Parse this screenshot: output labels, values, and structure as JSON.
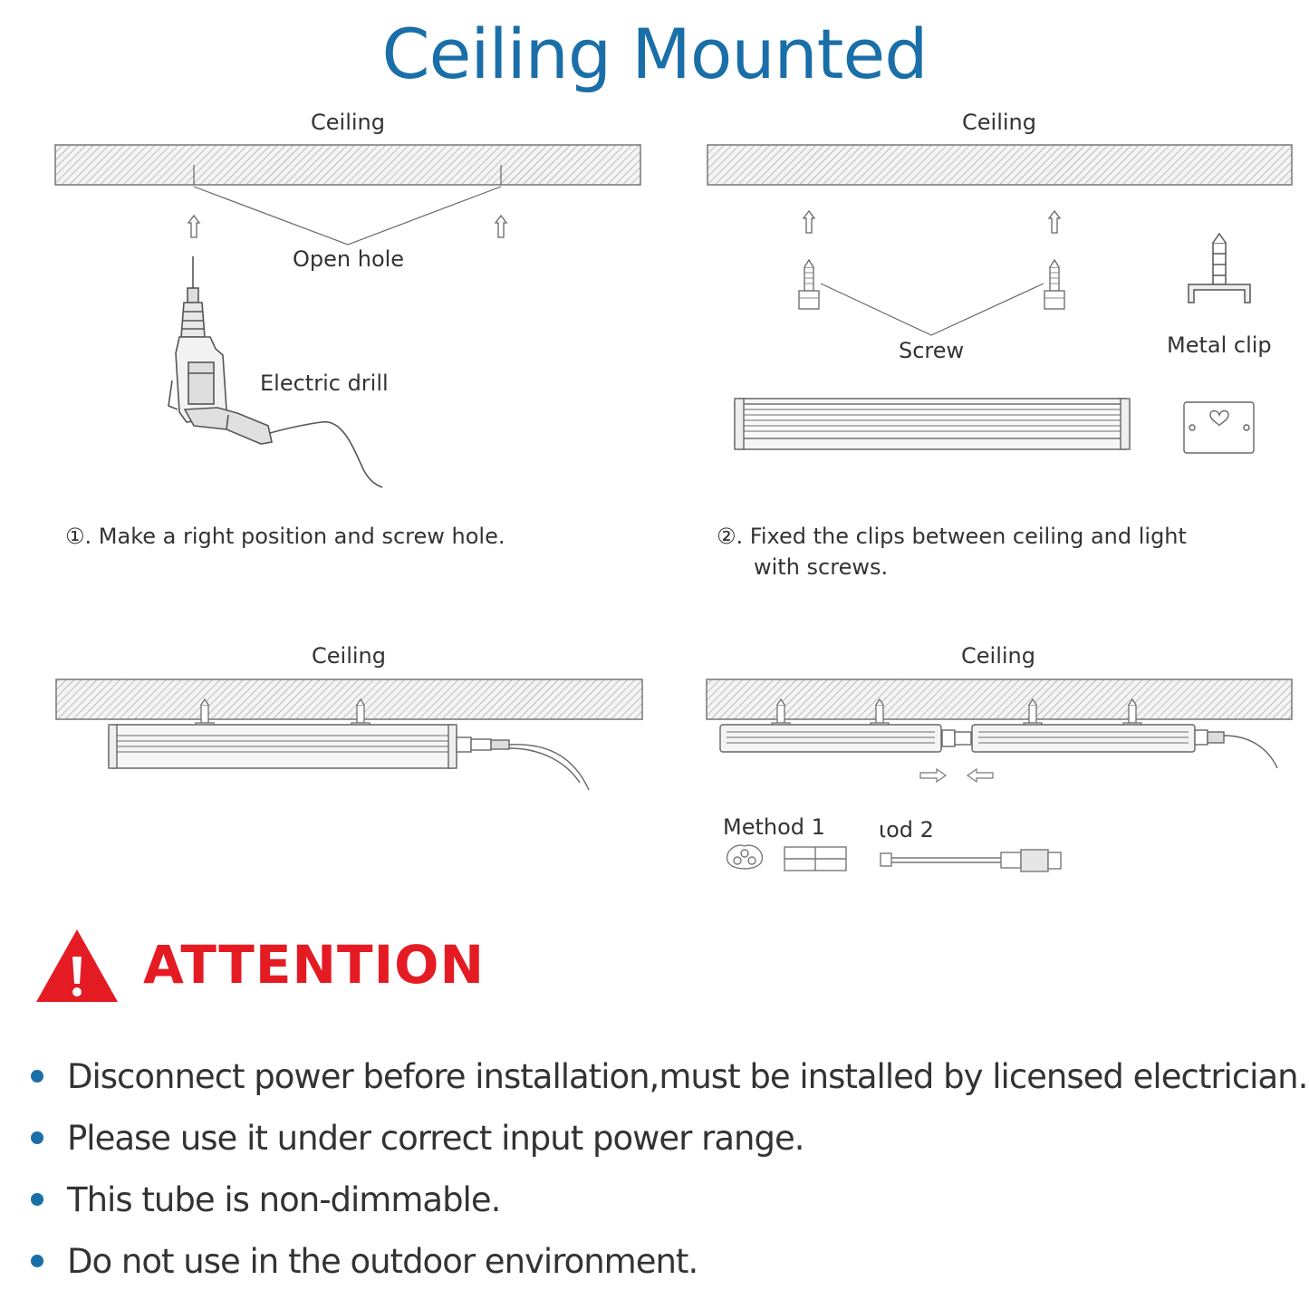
{
  "title": "Ceiling Mounted",
  "panel1": {
    "ceiling_label": "Ceiling",
    "hole_label": "Open hole",
    "drill_label": "Electric drill",
    "caption": "①. Make a right position and screw hole."
  },
  "panel2": {
    "ceiling_label": "Ceiling",
    "screw_label": "Screw",
    "clip_label": "Metal clip",
    "caption_line1": "②. Fixed the clips between ceiling and light",
    "caption_line2": "with screws."
  },
  "panel3": {
    "ceiling_label": "Ceiling"
  },
  "panel4": {
    "ceiling_label": "Ceiling",
    "method1_label": "Method 1",
    "method2_label": "ιod 2"
  },
  "attention": {
    "heading": "ATTENTION",
    "icon": "warning-triangle-icon",
    "color": "#e51b23",
    "bullets": [
      "Disconnect power before installation,must be installed by licensed electrician.",
      "Please use it under correct input power range.",
      "This tube is non-dimmable.",
      "Do not use in the outdoor environment."
    ]
  },
  "colors": {
    "title": "#1a6fa8",
    "bullet": "#1a6fa8",
    "line_art": "#555555"
  }
}
